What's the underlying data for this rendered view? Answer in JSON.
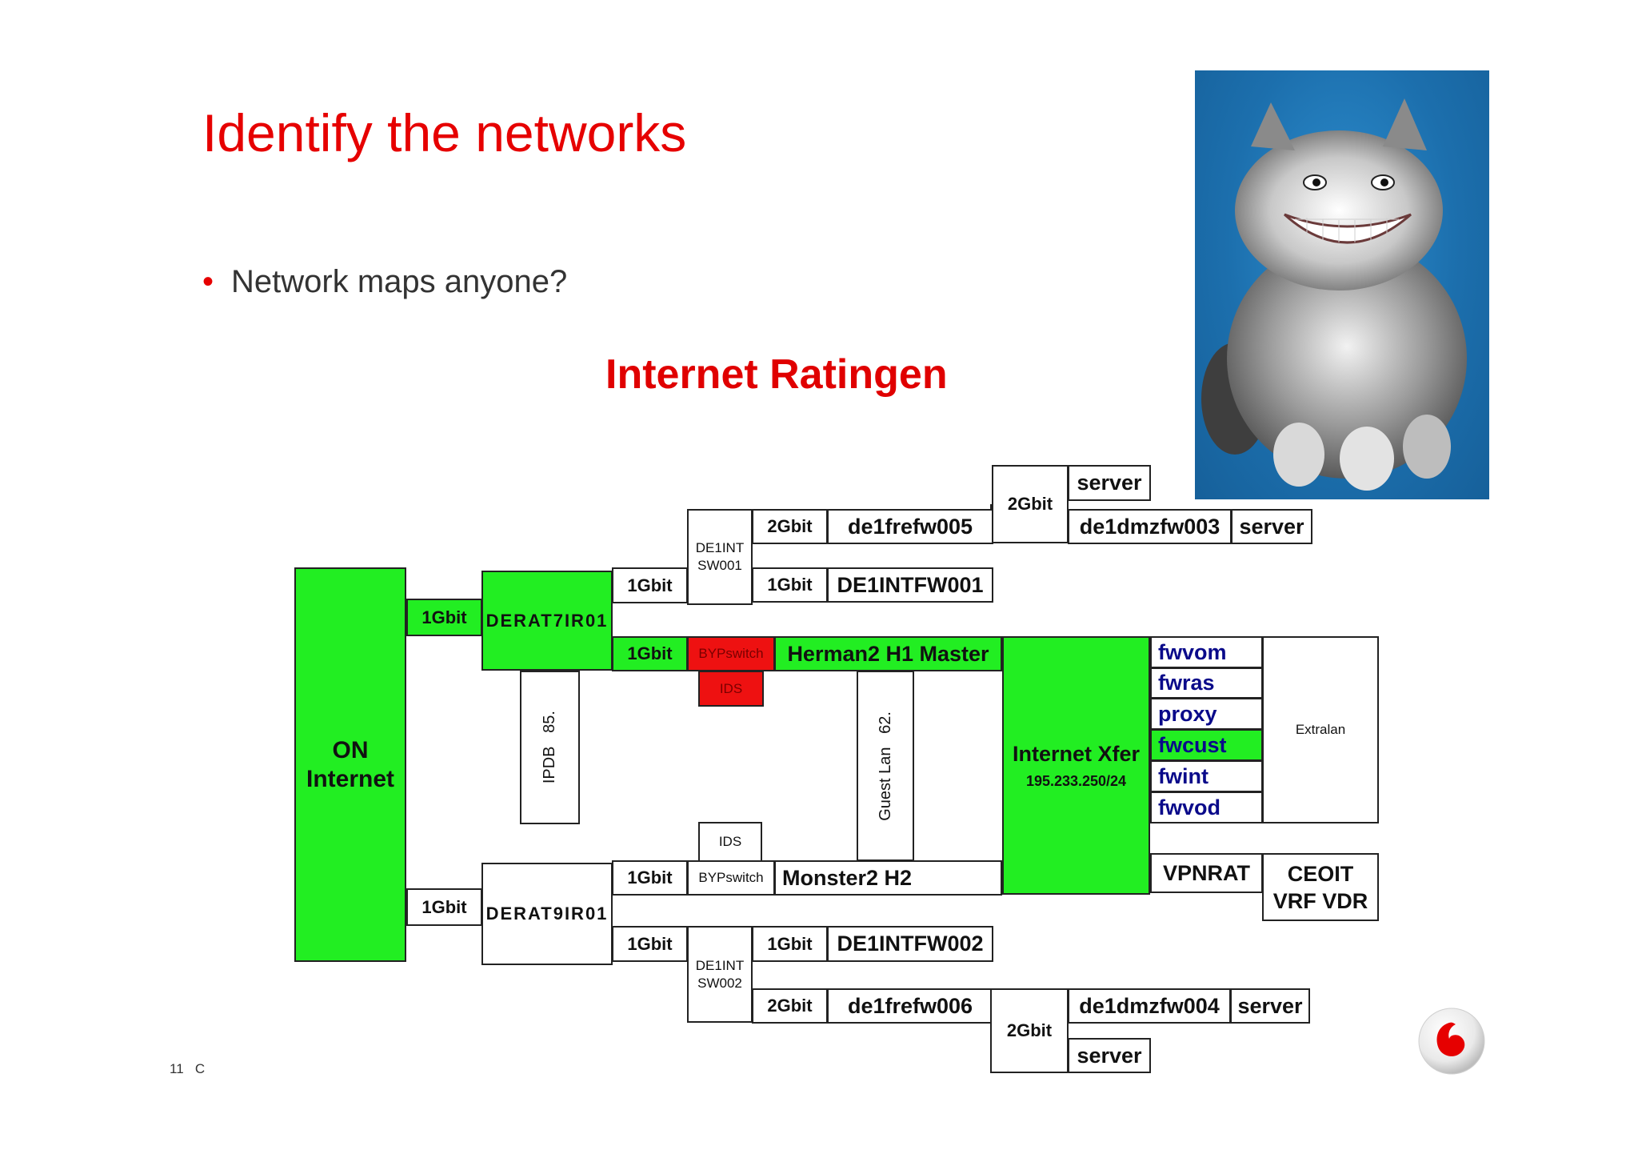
{
  "slide": {
    "title": "Identify the networks",
    "bullet": "Network maps anyone?",
    "page_number": "11",
    "footer_text": "C"
  },
  "diagram": {
    "title": "Internet Ratingen",
    "on_internet": [
      "ON",
      "Internet"
    ],
    "link_1gbit": "1Gbit",
    "link_2gbit": "2Gbit",
    "router_top": "DERAT7IR01",
    "router_bottom": "DERAT9IR01",
    "switch_top": [
      "DE1INT",
      "SW001"
    ],
    "switch_bottom": [
      "DE1INT",
      "SW002"
    ],
    "fw_top_2g": "de1frefw005",
    "fw_top_1g": "DE1INTFW001",
    "fw_bottom_1g": "DE1INTFW002",
    "fw_bottom_2g": "de1frefw006",
    "dmz_top": "de1dmzfw003",
    "dmz_bottom": "de1dmzfw004",
    "server": "server",
    "bypswitch": "BYPswitch",
    "ids": "IDS",
    "hermann": "Herman2 H1 Master",
    "monster": "Monster2 H2",
    "ipdb": "IPDB",
    "ipdb_net": "85.",
    "guest_lan": "Guest Lan",
    "guest_net": "62.",
    "xfer_title": "Internet Xfer",
    "xfer_net": "195.233.250/24",
    "fw_list": [
      "fwvom",
      "fwras",
      "proxy",
      "fwcust",
      "fwint",
      "fwvod"
    ],
    "extralan": "Extralan",
    "vpnrat": "VPNRAT",
    "ceoit": [
      "CEOIT",
      "VRF VDR"
    ]
  },
  "photo": {
    "description_icon": "grinning-cat-photo"
  },
  "logo": {
    "icon": "vodafone-logo-icon"
  },
  "colors": {
    "accent_red": "#e60000",
    "network_green": "#22ee22",
    "ids_red": "#ee1111"
  }
}
